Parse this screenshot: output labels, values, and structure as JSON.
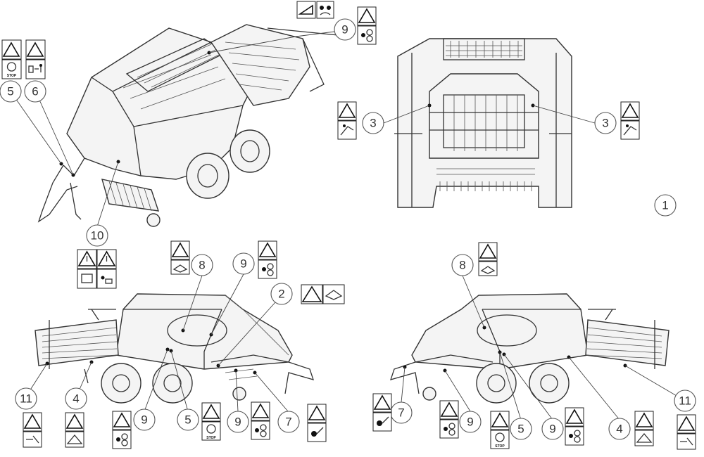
{
  "callouts": [
    {
      "id": "c9-top",
      "label": "9"
    },
    {
      "id": "c5-tl",
      "label": "5"
    },
    {
      "id": "c6-tl",
      "label": "6"
    },
    {
      "id": "c10",
      "label": "10"
    },
    {
      "id": "c3-left",
      "label": "3"
    },
    {
      "id": "c3-right",
      "label": "3"
    },
    {
      "id": "c1",
      "label": "1"
    },
    {
      "id": "c8-left",
      "label": "8"
    },
    {
      "id": "c9-lmid",
      "label": "9"
    },
    {
      "id": "c2",
      "label": "2"
    },
    {
      "id": "c11-left",
      "label": "11"
    },
    {
      "id": "c4-left",
      "label": "4"
    },
    {
      "id": "c9-lbot",
      "label": "9"
    },
    {
      "id": "c5-lbot",
      "label": "5"
    },
    {
      "id": "c9-lbot2",
      "label": "9"
    },
    {
      "id": "c7-left",
      "label": "7"
    },
    {
      "id": "c8-right",
      "label": "8"
    },
    {
      "id": "c7-right",
      "label": "7"
    },
    {
      "id": "c9-rbot",
      "label": "9"
    },
    {
      "id": "c5-rbot",
      "label": "5"
    },
    {
      "id": "c9-rbot2",
      "label": "9"
    },
    {
      "id": "c4-right",
      "label": "4"
    },
    {
      "id": "c11-right",
      "label": "11"
    }
  ],
  "signs": {
    "stop_label": "STOP"
  }
}
